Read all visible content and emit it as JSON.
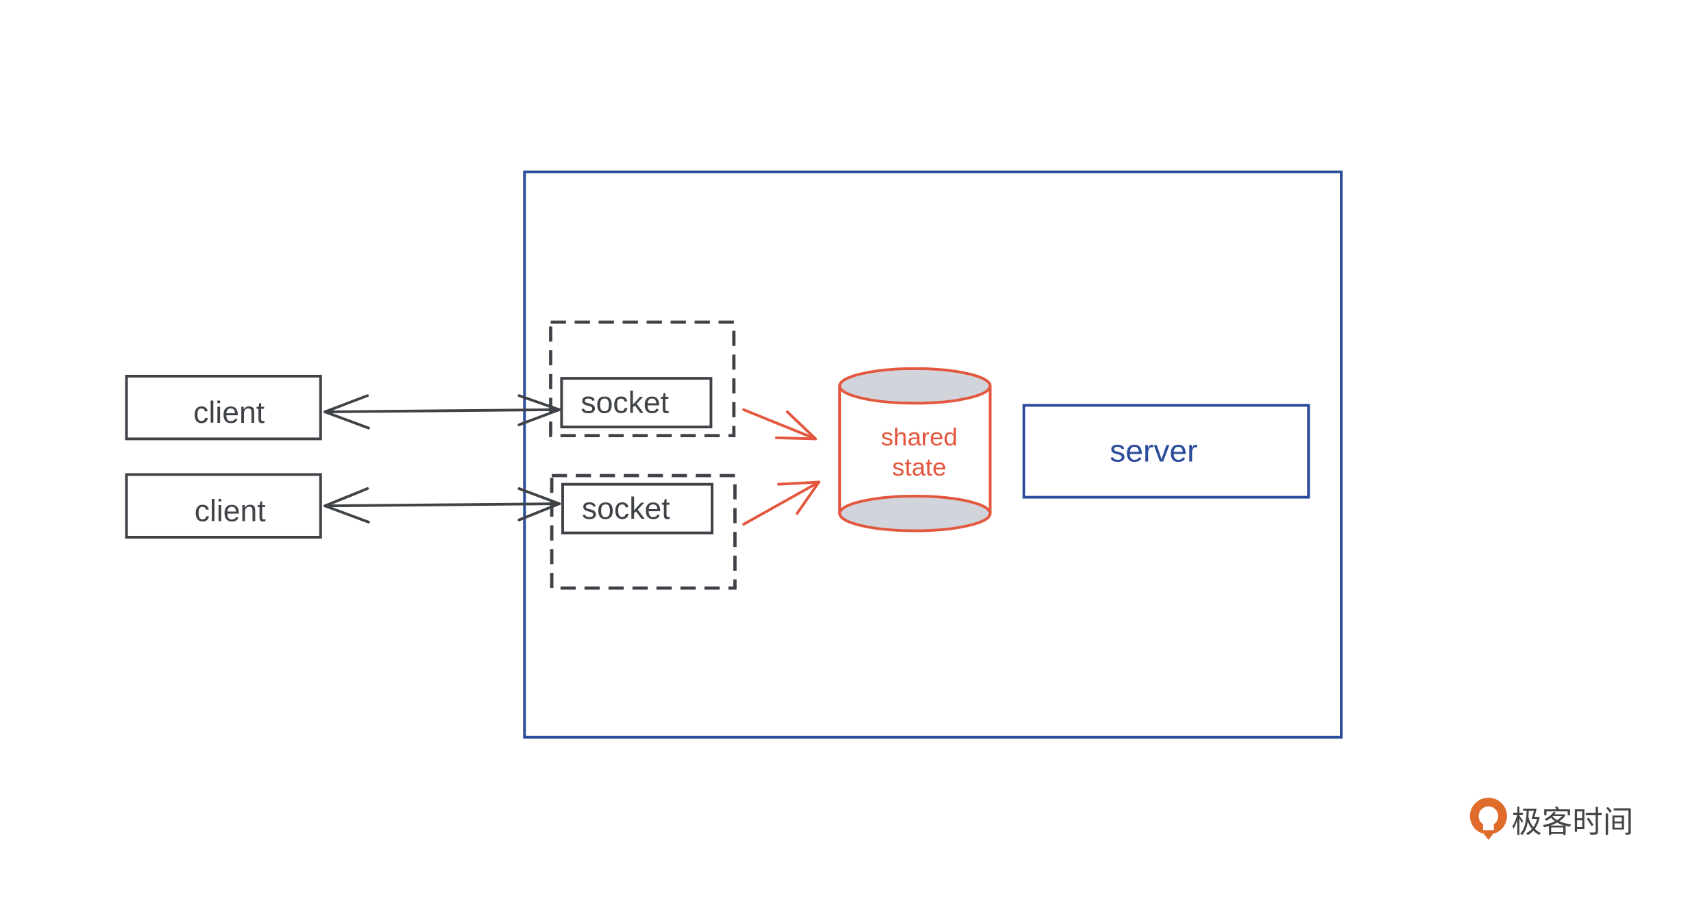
{
  "clients": [
    {
      "label": "client"
    },
    {
      "label": "client"
    }
  ],
  "sockets": [
    {
      "label": "socket"
    },
    {
      "label": "socket"
    }
  ],
  "shared_state": {
    "line1": "shared",
    "line2": "state"
  },
  "server": {
    "label": "server"
  },
  "logo": {
    "text": "极客时间"
  },
  "colors": {
    "server_blue": "#2b4c9a",
    "accent_red": "#e4573f",
    "cylinder_fill": "#d1d4db",
    "dark_gray": "#3f4348",
    "logo_orange": "#e06c2c",
    "logo_text": "#444444"
  }
}
